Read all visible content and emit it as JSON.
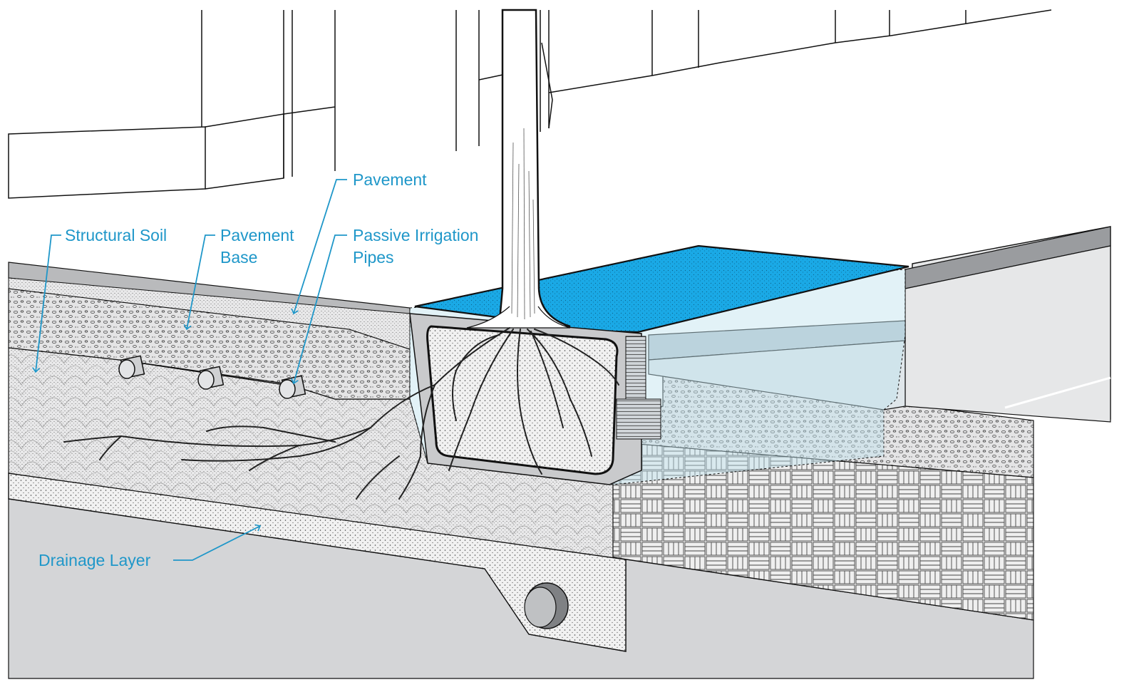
{
  "labels": {
    "pavement": "Pavement",
    "structural_soil": "Structural Soil",
    "pavement_base_line1": "Pavement",
    "pavement_base_line2": "Base",
    "passive_irrigation_line1": "Passive Irrigation",
    "passive_irrigation_line2": "Pipes",
    "drainage_layer": "Drainage Layer"
  },
  "colors": {
    "label": "#1f97c9",
    "planting_surface": "#1aa9e6",
    "sky_outline": "#111111",
    "water_tint": "#bfe2ee",
    "ground_gray": "#d4d5d7"
  },
  "icons": [
    "irrigation-pipe-icon",
    "drain-pipe-icon",
    "tree-trunk-icon",
    "root-system-icon"
  ]
}
